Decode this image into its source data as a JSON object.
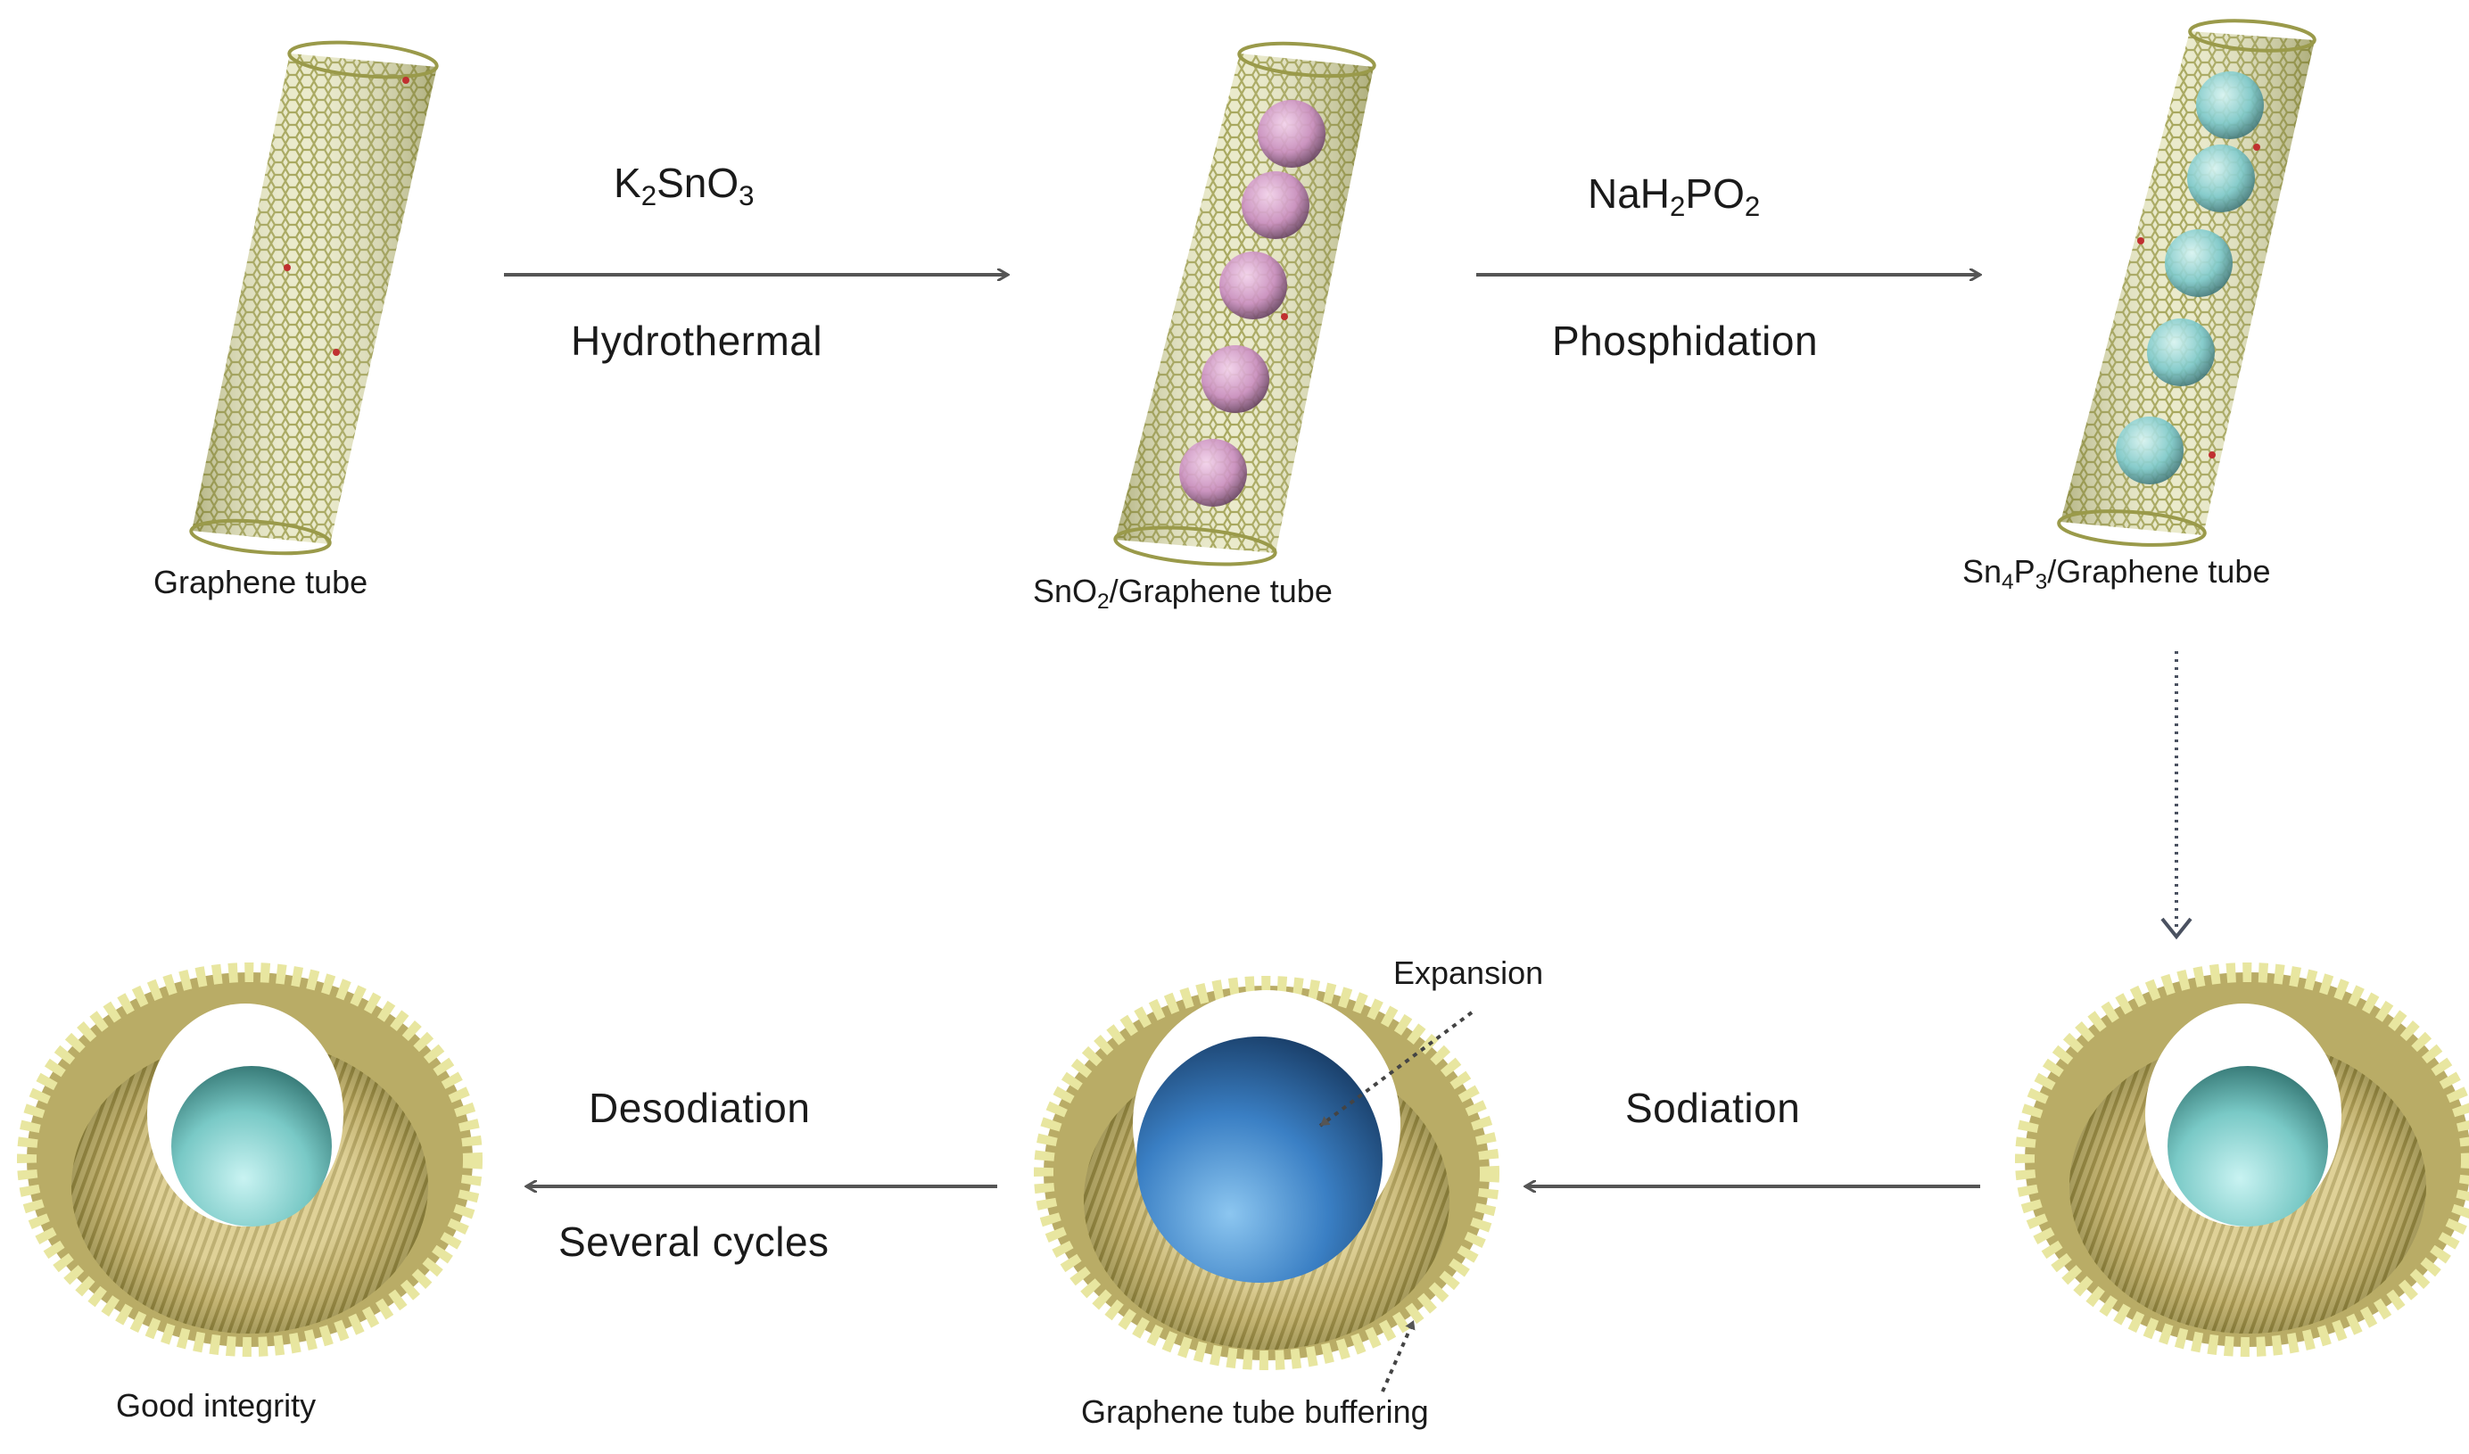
{
  "labels": {
    "reagent1_a": "K",
    "reagent1_sub_a": "2",
    "reagent1_b": "SnO",
    "reagent1_sub_b": "3",
    "process1": "Hydrothermal",
    "reagent2_a": "NaH",
    "reagent2_sub_a": "2",
    "reagent2_b": "PO",
    "reagent2_sub_b": "2",
    "process2": "Phosphidation",
    "caption1": "Graphene tube",
    "caption2_a": "SnO",
    "caption2_sub": "2",
    "caption2_b": "/Graphene tube",
    "caption3_a": "Sn",
    "caption3_sub_a": "4",
    "caption3_b": "P",
    "caption3_sub_b": "3",
    "caption3_c": "/Graphene tube",
    "process3": "Sodiation",
    "process4a": "Desodiation",
    "process4b": "Several cycles",
    "annotation_top": "Expansion",
    "annotation_bottom": "Graphene tube buffering",
    "caption_final": "Good integrity"
  },
  "colors": {
    "tube_lattice": "#b5b565",
    "tube_shell": "#d8d89a",
    "tube_shadow": "#8e8e42",
    "sno2_particle": "#d9a0d0",
    "sn4p3_particle": "#7fcfcf",
    "sphere_small": "#8fd6d6",
    "sphere_expanded": "#3d7fc8",
    "arrow": "#555555"
  }
}
